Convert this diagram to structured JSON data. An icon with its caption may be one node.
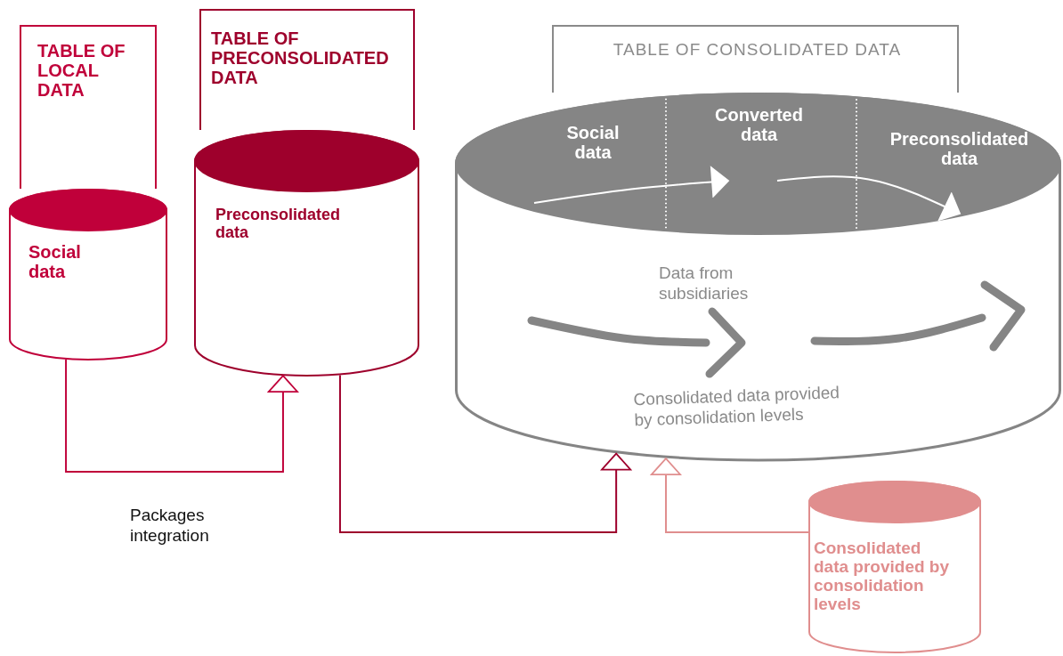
{
  "diagram": {
    "nodes": [
      {
        "text": [
          "TABLE OF LOCAL DATA"
        ]
      },
      {
        "text": [
          "Social data"
        ]
      },
      {
        "text": [
          "TABLE OF PRECONSOLIDATED DATA"
        ]
      },
      {
        "text": [
          "Preconsolidated data"
        ]
      },
      {
        "text": [
          "TABLE OF CONSOLIDATED DATA"
        ]
      },
      {
        "text": [],
        "shape": "cylinder"
      },
      {
        "text": [
          "Social data"
        ],
        "in": 5
      },
      {
        "text": [
          "Converted data"
        ],
        "in": 5
      },
      {
        "text": [
          "Preconsolidated data"
        ],
        "in": 5
      },
      {
        "text": [
          "Consolidated data provided by consolidation levels"
        ]
      }
    ],
    "edges": [
      {
        "from": 1,
        "to": 3,
        "arrow": "to",
        "color": "#c0003a"
      },
      {
        "from": 3,
        "to": 5,
        "arrow": "to",
        "color": "#9e002c"
      },
      {
        "from": 9,
        "to": 5,
        "arrow": "to",
        "color": "#e08e8e"
      },
      {
        "from": 6,
        "to": 7,
        "arrow": "to",
        "color": "#ffffff"
      },
      {
        "from": 7,
        "to": 8,
        "arrow": "to",
        "color": "#ffffff"
      }
    ],
    "labels": [
      "Data from subsidiaries",
      "Consolidated data provided by consolidation levels",
      "Packages integration"
    ]
  }
}
